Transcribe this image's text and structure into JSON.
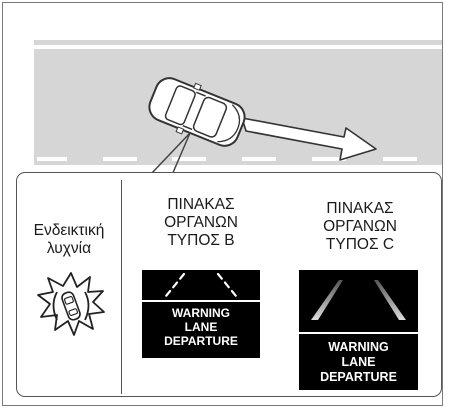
{
  "indicator_lamp": {
    "label_line1": "Ενδεικτική",
    "label_line2": "λυχνία"
  },
  "cluster_b": {
    "title_line1": "ΠΙΝΑΚΑΣ",
    "title_line2": "ΟΡΓΑΝΩΝ",
    "title_line3": "ΤΥΠΟΣ B",
    "warning_line1": "WARNING",
    "warning_line2": "LANE",
    "warning_line3": "DEPARTURE"
  },
  "cluster_c": {
    "title_line1": "ΠΙΝΑΚΑΣ",
    "title_line2": "ΟΡΓΑΝΩΝ",
    "title_line3": "ΤΥΠΟΣ C",
    "warning_line1": "WARNING",
    "warning_line2": "LANE",
    "warning_line3": "DEPARTURE"
  },
  "colors": {
    "road": "#d6d6d6",
    "line": "#ffffff",
    "outline": "#333333",
    "screen": "#000000"
  }
}
